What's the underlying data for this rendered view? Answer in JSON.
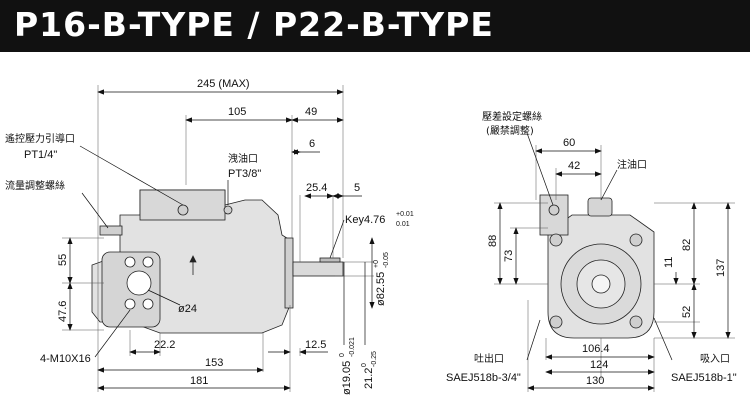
{
  "header": {
    "title": "P16-B-TYPE / P22-B-TYPE"
  },
  "side_view": {
    "dims": {
      "overall_length": "245 (MAX)",
      "len_105": "105",
      "len_49": "49",
      "len_6": "6",
      "len_25_4": "25.4",
      "len_5": "5",
      "height_55": "55",
      "height_47_6": "47.6",
      "len_22_2": "22.2",
      "len_153": "153",
      "len_181": "181",
      "len_12_5": "12.5",
      "dia_24": "ø24"
    },
    "key": {
      "label": "Key4.76",
      "tol_upper": "+0.01",
      "tol_lower": "0.01"
    },
    "dia_82_55": {
      "label": "ø82.55",
      "tol_upper": "+0",
      "tol_lower": "-0.05"
    },
    "dia_19_05": {
      "label": "ø19.05",
      "tol_upper": "0",
      "tol_lower": "-0.021"
    },
    "len_21_2": {
      "label": "21.2",
      "tol_upper": "0",
      "tol_lower": "-0.25"
    },
    "callouts": {
      "remote_port": "遙控壓力引導口",
      "remote_port_size": "PT1/4\"",
      "flow_screw": "流量調整螺絲",
      "drain_port": "洩油口",
      "drain_port_size": "PT3/8\"",
      "bolts": "4-M10X16"
    }
  },
  "front_view": {
    "callouts": {
      "pressure_screw": "壓差設定螺絲",
      "pressure_note": "(嚴禁調整)",
      "fill_port": "注油口",
      "outlet_port": "吐出口",
      "outlet_size": "SAEJ518b-3/4\"",
      "inlet_port": "吸入口",
      "inlet_size": "SAEJ518b-1\""
    },
    "dims": {
      "width_60": "60",
      "width_42": "42",
      "height_88": "88",
      "height_73": "73",
      "height_82": "82",
      "height_137": "137",
      "height_11": "11",
      "height_52": "52",
      "width_106_4": "106.4",
      "width_124": "124",
      "width_130": "130"
    }
  }
}
